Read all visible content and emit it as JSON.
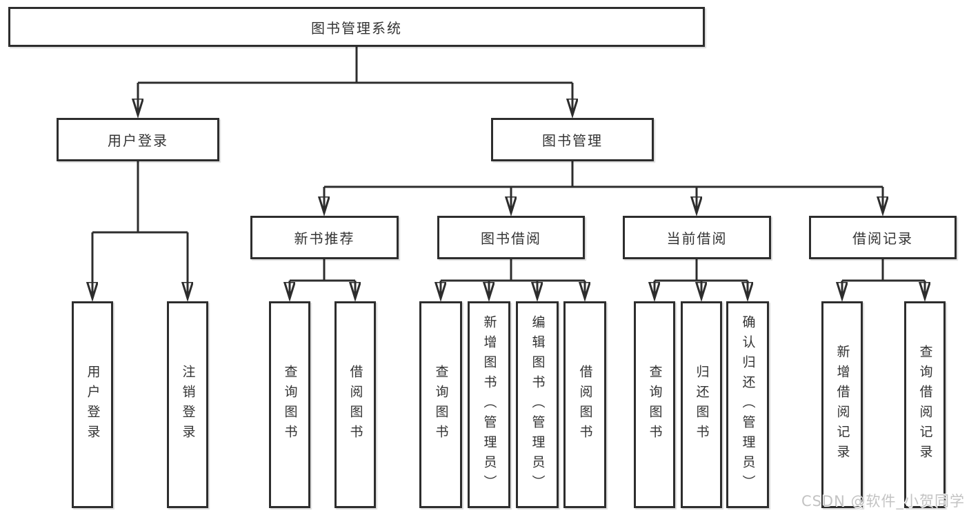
{
  "tree": {
    "label": "图书管理系统",
    "children": [
      {
        "label": "用户登录",
        "children": [
          {
            "label": "用户登录"
          },
          {
            "label": "注销登录"
          }
        ]
      },
      {
        "label": "图书管理",
        "children": [
          {
            "label": "新书推荐",
            "children": [
              {
                "label": "查询图书"
              },
              {
                "label": "借阅图书"
              }
            ]
          },
          {
            "label": "图书借阅",
            "children": [
              {
                "label": "查询图书"
              },
              {
                "label": "新增图书（管理员）"
              },
              {
                "label": "编辑图书（管理员）"
              },
              {
                "label": "借阅图书"
              }
            ]
          },
          {
            "label": "当前借阅",
            "children": [
              {
                "label": "查询图书"
              },
              {
                "label": "归还图书"
              },
              {
                "label": "确认归还（管理员）"
              }
            ]
          },
          {
            "label": "借阅记录",
            "children": [
              {
                "label": "新增借阅记录"
              },
              {
                "label": "查询借阅记录"
              }
            ]
          }
        ]
      }
    ]
  },
  "watermark": {
    "text": "CSDN @软件_小贺同学"
  },
  "colors": {
    "line": "#2d2d2d",
    "box_border": "#2d2d2d",
    "text": "#333333",
    "watermark": "#c3c3c3",
    "background": "#ffffff"
  }
}
